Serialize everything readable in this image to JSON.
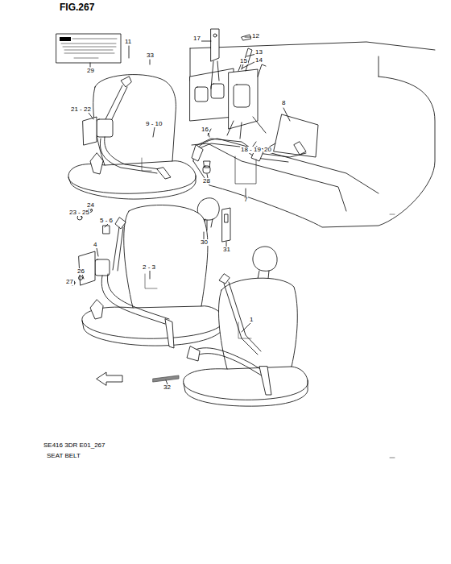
{
  "diagram": {
    "title": "FIG.267",
    "labels": [
      "29",
      "11",
      "33",
      "17",
      "12",
      "13",
      "14",
      "15",
      "8",
      "21 - 22",
      "9 - 10",
      "16",
      "18 - 19",
      "20",
      "28",
      "7",
      "24",
      "23 - 25",
      "5 - 6",
      "4",
      "26",
      "27",
      "2 - 3",
      "30",
      "31",
      "1",
      "32",
      "SE416 3DR E01_267",
      "SEAT BELT"
    ]
  }
}
